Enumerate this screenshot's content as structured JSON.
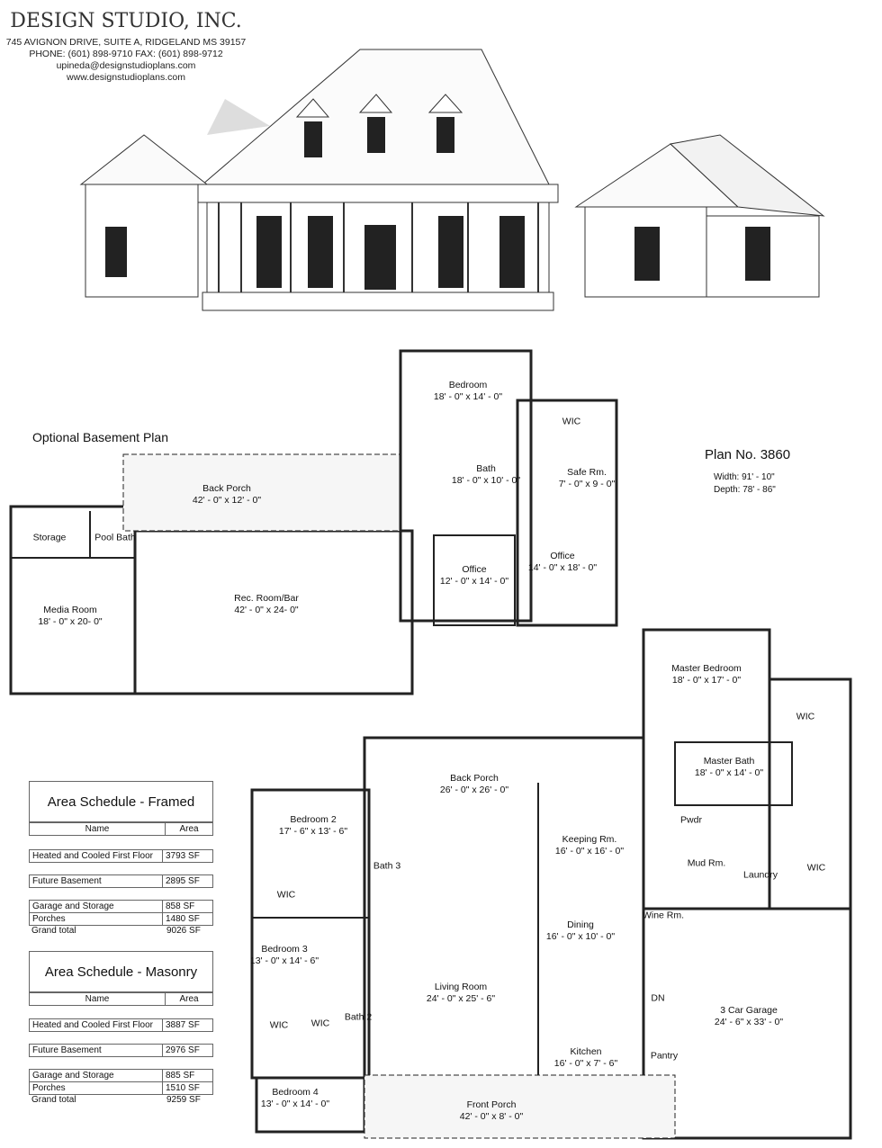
{
  "header": {
    "company": "DESIGN STUDIO, INC.",
    "address": "745 AVIGNON DRIVE, SUITE A, RIDGELAND MS 39157",
    "phone": "PHONE: (601) 898-9710  FAX: (601) 898-9712",
    "email": "upineda@designstudioplans.com",
    "website": "www.designstudioplans.com"
  },
  "plan": {
    "number": "Plan No. 3860",
    "width": "Width:  91' - 10\"",
    "depth": "Depth:  78' - 86\""
  },
  "basement": {
    "title": "Optional Basement Plan",
    "rooms": [
      {
        "name": "Bedroom",
        "size": "18' - 0\" x 14' - 0\""
      },
      {
        "name": "WIC",
        "size": ""
      },
      {
        "name": "Bath",
        "size": "18' - 0\" x 10' - 0\""
      },
      {
        "name": "Safe Rm.",
        "size": "7' - 0\" x 9 - 0\""
      },
      {
        "name": "Back Porch",
        "size": "42' - 0\" x 12' - 0\""
      },
      {
        "name": "Storage",
        "size": ""
      },
      {
        "name": "Pool Bath",
        "size": ""
      },
      {
        "name": "Office",
        "size": "12' - 0\" x 14' - 0\""
      },
      {
        "name": "Office",
        "size": "14' - 0\" x 18' - 0\""
      },
      {
        "name": "Media Room",
        "size": "18' - 0\" x 20- 0\""
      },
      {
        "name": "Rec. Room/Bar",
        "size": "42' - 0\" x 24- 0\""
      }
    ]
  },
  "main_floor": {
    "rooms": [
      {
        "name": "Master Bedroom",
        "size": "18' - 0\" x 17' - 0\""
      },
      {
        "name": "WIC",
        "size": ""
      },
      {
        "name": "Back Porch",
        "size": "26' - 0\" x 26' - 0\""
      },
      {
        "name": "Master Bath",
        "size": "18' - 0\" x 14' - 0\""
      },
      {
        "name": "Bedroom 2",
        "size": "17' - 6\" x 13' - 6\""
      },
      {
        "name": "Keeping Rm.",
        "size": "16' - 0\" x 16' - 0\""
      },
      {
        "name": "Pwdr",
        "size": ""
      },
      {
        "name": "Bath 3",
        "size": ""
      },
      {
        "name": "Mud Rm.",
        "size": ""
      },
      {
        "name": "Laundry",
        "size": ""
      },
      {
        "name": "WIC",
        "size": ""
      },
      {
        "name": "WIC",
        "size": ""
      },
      {
        "name": "Wine Rm.",
        "size": ""
      },
      {
        "name": "Dining",
        "size": "16' - 0\" x 10' - 0\""
      },
      {
        "name": "Bedroom 3",
        "size": "13' - 0\" x 14' - 6\""
      },
      {
        "name": "DN",
        "size": ""
      },
      {
        "name": "Living Room",
        "size": "24' - 0\" x 25' - 6\""
      },
      {
        "name": "3 Car Garage",
        "size": "24' - 6\" x 33' - 0\""
      },
      {
        "name": "WIC",
        "size": ""
      },
      {
        "name": "WIC",
        "size": ""
      },
      {
        "name": "Bath 2",
        "size": ""
      },
      {
        "name": "Kitchen",
        "size": "16' - 0\" x 7' - 6\""
      },
      {
        "name": "Pantry",
        "size": ""
      },
      {
        "name": "Bedroom 4",
        "size": "13' - 0\" x 14' - 0\""
      },
      {
        "name": "Front Porch",
        "size": "42' - 0\" x 8' - 0\""
      }
    ]
  },
  "area_framed": {
    "title": "Area Schedule - Framed",
    "col_name": "Name",
    "col_area": "Area",
    "rows": [
      {
        "name": "Heated and Cooled First Floor",
        "area": "3793 SF"
      },
      {
        "name": "Future Basement",
        "area": "2895 SF"
      },
      {
        "name": "Garage and Storage",
        "area": "858 SF"
      },
      {
        "name": "Porches",
        "area": "1480 SF"
      }
    ],
    "total_label": "Grand total",
    "total": "9026 SF"
  },
  "area_masonry": {
    "title": "Area Schedule - Masonry",
    "col_name": "Name",
    "col_area": "Area",
    "rows": [
      {
        "name": "Heated and Cooled First Floor",
        "area": "3887 SF"
      },
      {
        "name": "Future Basement",
        "area": "2976 SF"
      },
      {
        "name": "Garage and Storage",
        "area": "885 SF"
      },
      {
        "name": "Porches",
        "area": "1510 SF"
      }
    ],
    "total_label": "Grand total",
    "total": "9259 SF"
  }
}
